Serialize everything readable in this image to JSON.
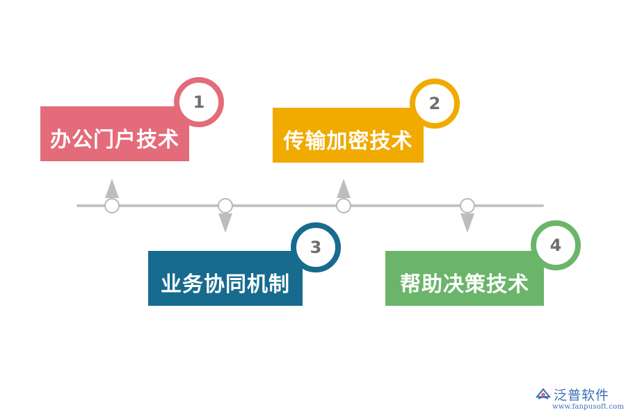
{
  "colors": {
    "item1": "#e46b7a",
    "item2": "#f0aa00",
    "item3": "#166b8e",
    "item4": "#6bb56b",
    "timeline": "#c4c4c4",
    "brand": "#3a6fb5"
  },
  "items": [
    {
      "number": "1",
      "label": "办公门户技术",
      "direction": "up"
    },
    {
      "number": "2",
      "label": "传输加密技术",
      "direction": "up"
    },
    {
      "number": "3",
      "label": "业务协同机制",
      "direction": "down"
    },
    {
      "number": "4",
      "label": "帮助决策技术",
      "direction": "down"
    }
  ],
  "brand": {
    "name": "泛普软件",
    "url": "www.fanpusoft.com",
    "icon": "fanpu-logo-icon"
  }
}
